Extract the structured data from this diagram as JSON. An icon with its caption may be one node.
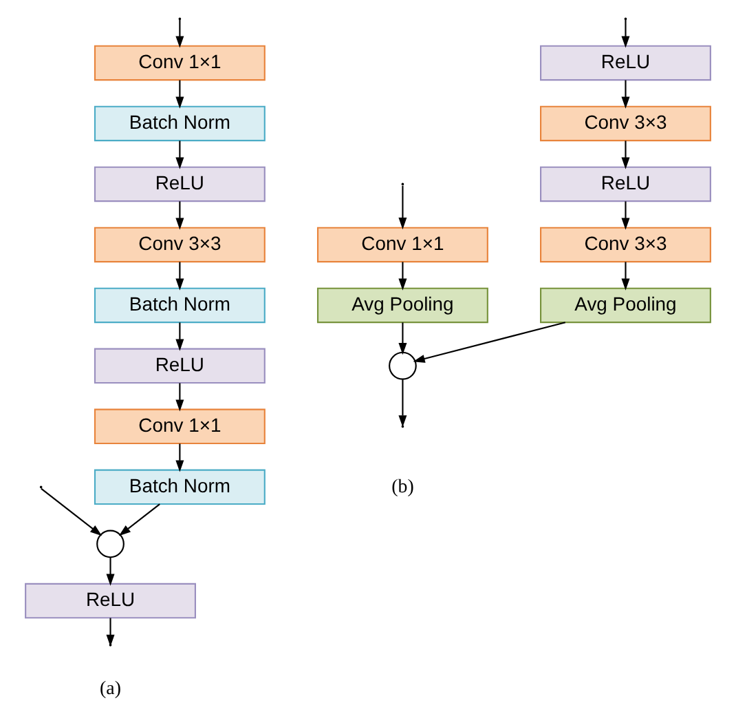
{
  "diagram": {
    "nodes": [
      {
        "text": [
          "Conv 1×1"
        ]
      },
      {
        "text": [
          "Batch Norm"
        ]
      },
      {
        "text": [
          "ReLU"
        ]
      },
      {
        "text": [
          "Conv 3×3"
        ]
      },
      {
        "text": [
          "Batch Norm"
        ]
      },
      {
        "text": [
          "ReLU"
        ]
      },
      {
        "text": [
          "Conv 1×1"
        ]
      },
      {
        "text": [
          "Batch Norm"
        ]
      },
      {
        "text": [],
        "shape": "circle"
      },
      {
        "text": [
          "ReLU"
        ]
      },
      {
        "text": [
          "ReLU"
        ]
      },
      {
        "text": [
          "Conv 3×3"
        ]
      },
      {
        "text": [
          "ReLU"
        ]
      },
      {
        "text": [
          "Conv 3×3"
        ]
      },
      {
        "text": [
          "Avg Pooling"
        ]
      },
      {
        "text": [
          "Conv 1×1"
        ]
      },
      {
        "text": [
          "Avg Pooling"
        ]
      },
      {
        "text": [],
        "shape": "circle"
      }
    ],
    "edges": [
      {
        "from": null,
        "to": 0,
        "arrow": "to"
      },
      {
        "from": null,
        "to": 8,
        "arrow": "to"
      },
      {
        "from": 0,
        "to": 1,
        "arrow": "to"
      },
      {
        "from": 1,
        "to": 2,
        "arrow": "to"
      },
      {
        "from": 2,
        "to": 3,
        "arrow": "to"
      },
      {
        "from": 3,
        "to": 4,
        "arrow": "to"
      },
      {
        "from": 4,
        "to": 5,
        "arrow": "to"
      },
      {
        "from": 5,
        "to": 6,
        "arrow": "to"
      },
      {
        "from": 6,
        "to": 7,
        "arrow": "to"
      },
      {
        "from": 7,
        "to": 8,
        "arrow": "to"
      },
      {
        "from": 8,
        "to": 9,
        "arrow": "to"
      },
      {
        "from": 9,
        "to": null,
        "arrow": "to"
      },
      {
        "from": null,
        "to": 10,
        "arrow": "to"
      },
      {
        "from": null,
        "to": 15,
        "arrow": "to"
      },
      {
        "from": 10,
        "to": 11,
        "arrow": "to"
      },
      {
        "from": 11,
        "to": 12,
        "arrow": "to"
      },
      {
        "from": 12,
        "to": 13,
        "arrow": "to"
      },
      {
        "from": 13,
        "to": 14,
        "arrow": "to"
      },
      {
        "from": 14,
        "to": 17,
        "arrow": "to"
      },
      {
        "from": 15,
        "to": 16,
        "arrow": "to"
      },
      {
        "from": 16,
        "to": 17,
        "arrow": "to"
      },
      {
        "from": 17,
        "to": null,
        "arrow": "to"
      }
    ],
    "labels": [
      "(a)",
      "(b)"
    ]
  }
}
